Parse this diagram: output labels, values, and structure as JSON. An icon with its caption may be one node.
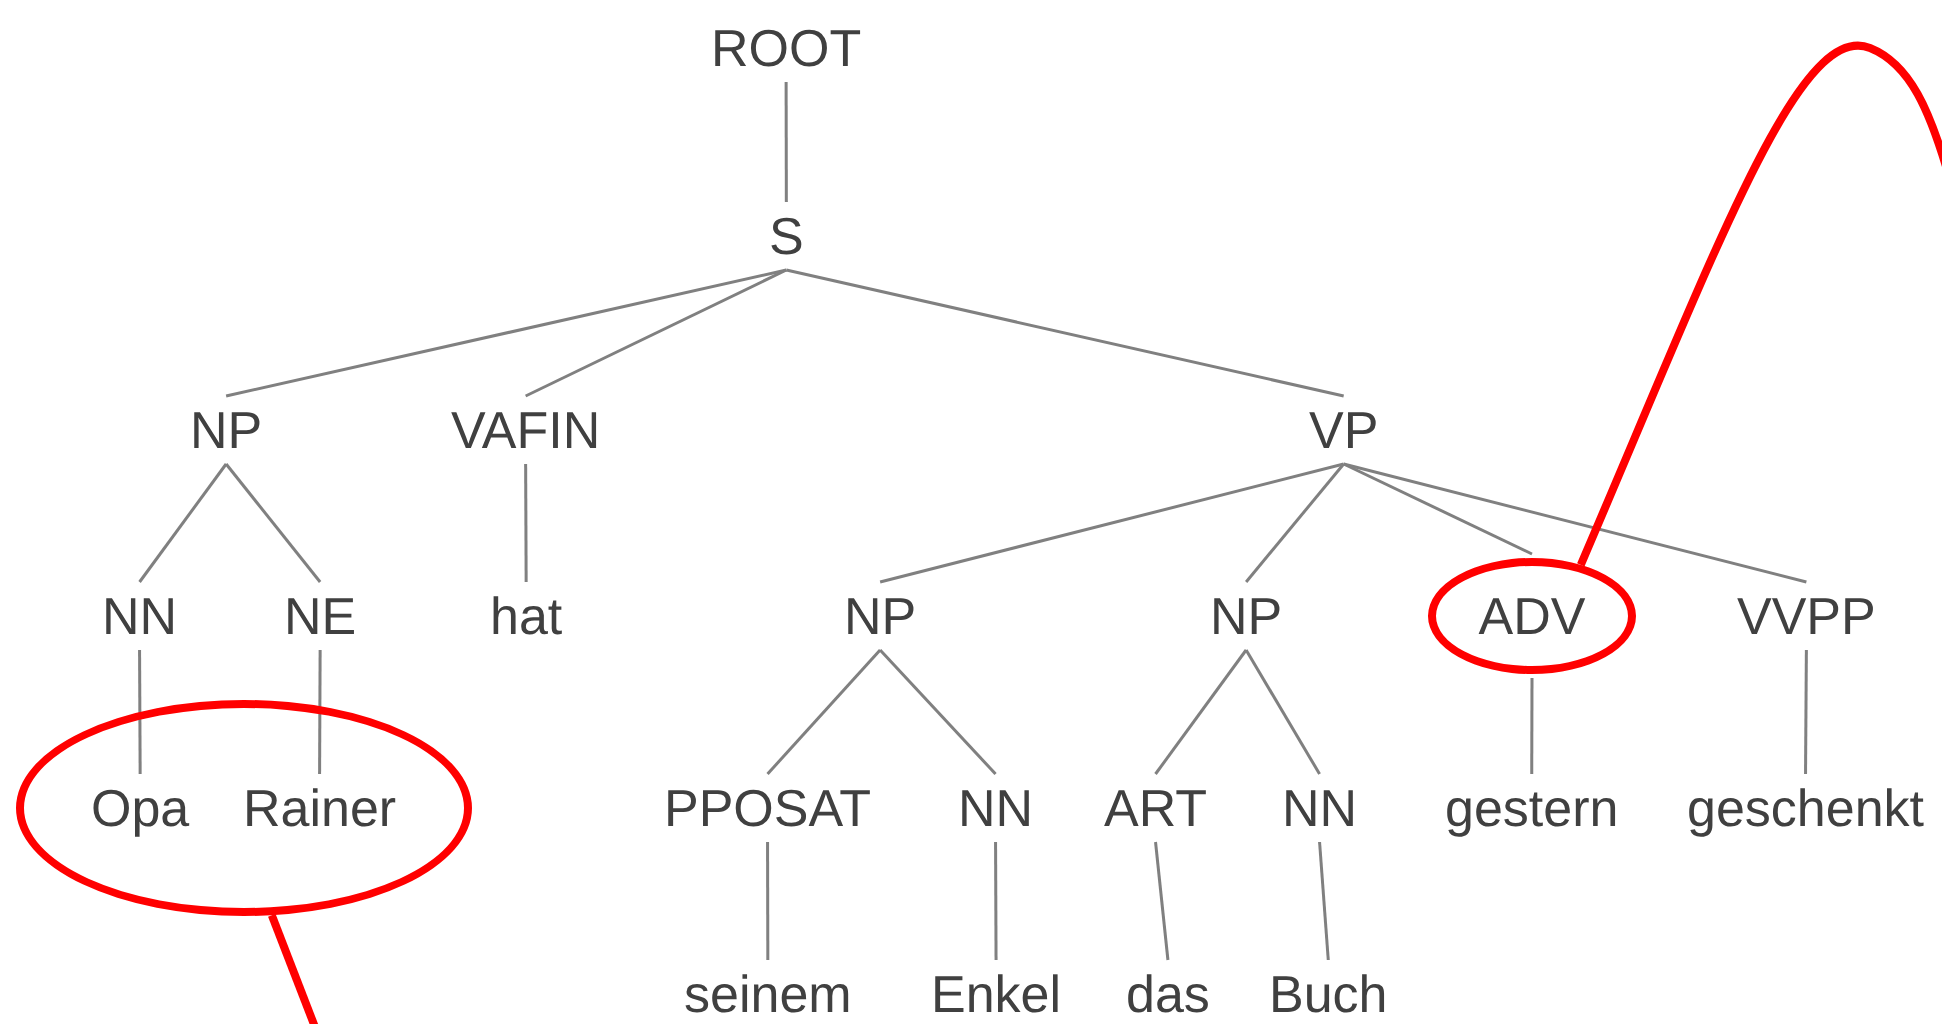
{
  "diagram": {
    "nodes": [
      {
        "text": [
          "ROOT"
        ]
      },
      {
        "text": [
          "S"
        ]
      },
      {
        "text": [
          "NP"
        ]
      },
      {
        "text": [
          "VAFIN"
        ]
      },
      {
        "text": [
          "VP"
        ]
      },
      {
        "text": [
          "NN"
        ]
      },
      {
        "text": [
          "NE"
        ]
      },
      {
        "text": [
          "hat"
        ]
      },
      {
        "text": [
          "NP"
        ]
      },
      {
        "text": [
          "NP"
        ]
      },
      {
        "text": [
          "ADV"
        ]
      },
      {
        "text": [
          "VVPP"
        ]
      },
      {
        "text": [],
        "shape": "circle"
      },
      {
        "text": [
          "Opa"
        ],
        "in": 12
      },
      {
        "text": [
          "Rainer"
        ],
        "in": 12
      },
      {
        "text": [
          "PPOSAT"
        ]
      },
      {
        "text": [
          "NN"
        ]
      },
      {
        "text": [
          "ART"
        ]
      },
      {
        "text": [
          "NN"
        ]
      },
      {
        "text": [
          "gestern"
        ]
      },
      {
        "text": [
          "geschenkt"
        ]
      },
      {
        "text": [
          "seinem"
        ]
      },
      {
        "text": [
          "Enkel"
        ]
      },
      {
        "text": [
          "das"
        ]
      },
      {
        "text": [
          "Buch"
        ]
      }
    ],
    "edges": [
      {
        "from": 0,
        "to": 1,
        "arrow": "none"
      },
      {
        "from": 1,
        "to": 2,
        "arrow": "none"
      },
      {
        "from": 1,
        "to": 3,
        "arrow": "none"
      },
      {
        "from": 1,
        "to": 4,
        "arrow": "none"
      },
      {
        "from": 2,
        "to": 5,
        "arrow": "none"
      },
      {
        "from": 2,
        "to": 6,
        "arrow": "none"
      },
      {
        "from": 3,
        "to": 7,
        "arrow": "none"
      },
      {
        "from": 4,
        "to": 8,
        "arrow": "none"
      },
      {
        "from": 4,
        "to": 9,
        "arrow": "none"
      },
      {
        "from": 4,
        "to": 10,
        "arrow": "none"
      },
      {
        "from": 4,
        "to": 11,
        "arrow": "none"
      },
      {
        "from": 5,
        "to": 13,
        "arrow": "none"
      },
      {
        "from": 6,
        "to": 14,
        "arrow": "none"
      },
      {
        "from": 8,
        "to": 15,
        "arrow": "none"
      },
      {
        "from": 8,
        "to": 16,
        "arrow": "none"
      },
      {
        "from": 9,
        "to": 17,
        "arrow": "none"
      },
      {
        "from": 9,
        "to": 18,
        "arrow": "none"
      },
      {
        "from": 10,
        "to": 19,
        "arrow": "none"
      },
      {
        "from": 11,
        "to": 20,
        "arrow": "none"
      },
      {
        "from": 15,
        "to": 21,
        "arrow": "none"
      },
      {
        "from": 16,
        "to": 22,
        "arrow": "none"
      },
      {
        "from": 17,
        "to": 23,
        "arrow": "none"
      },
      {
        "from": 18,
        "to": 24,
        "arrow": "none"
      },
      {
        "from": 12,
        "to": null,
        "arrow": "none",
        "style": "thick",
        "color": "#ff0000"
      },
      {
        "from": 10,
        "to": null,
        "arrow": "none",
        "style": "thick",
        "color": "#ff0000"
      }
    ]
  }
}
